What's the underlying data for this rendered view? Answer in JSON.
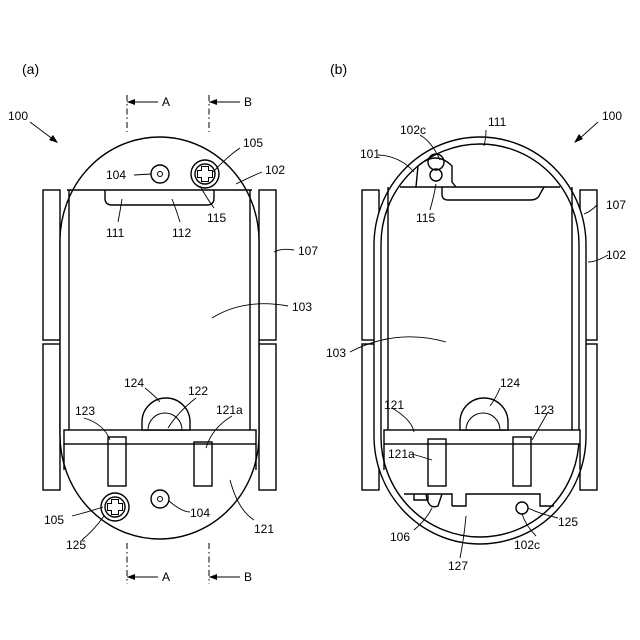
{
  "figure_a": {
    "caption": "(a)",
    "labels": {
      "assembly": "100",
      "section_a_top": "A",
      "section_b_top": "B",
      "section_a_bottom": "A",
      "section_b_bottom": "B",
      "hole_top": "104",
      "screw_top": "105",
      "outer_shell": "102",
      "boss_top": "115",
      "slot_left": "111",
      "slot_right": "112",
      "strip": "107",
      "body": "103",
      "clip": "124",
      "clip_inner": "122",
      "rib_left": "123",
      "rib_right": "121a",
      "screw_bottom": "105",
      "hole_bottom": "104",
      "boss_bottom": "125",
      "bottom_region": "121"
    }
  },
  "figure_b": {
    "caption": "(b)",
    "labels": {
      "assembly": "100",
      "notch_top": "102c",
      "slot": "111",
      "part_101": "101",
      "strip": "107",
      "boss_top": "115",
      "outer_shell": "102",
      "body": "103",
      "clip": "124",
      "bottom_region": "121",
      "rib": "123",
      "rib_left": "121a",
      "boss_bottom": "125",
      "part_106": "106",
      "notch_bottom": "102c",
      "part_127": "127"
    }
  }
}
